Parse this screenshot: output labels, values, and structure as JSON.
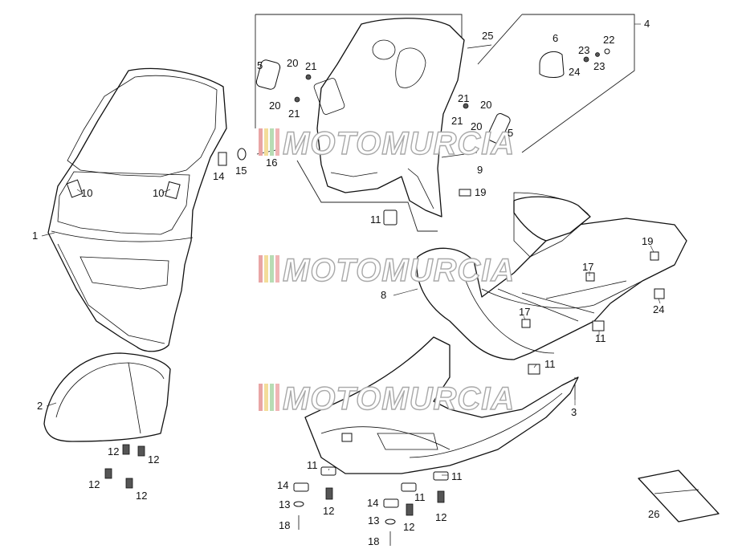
{
  "watermark": {
    "text": "MOTOMURCIA",
    "stripe_colors": [
      "#e8a5a5",
      "#f3dd9a",
      "#b7dcb4",
      "#f0b4b4"
    ]
  },
  "callouts": {
    "c1": "1",
    "c2": "2",
    "c3": "3",
    "c4": "4",
    "c5a": "5",
    "c5b": "5",
    "c6": "6",
    "c8": "8",
    "c9": "9",
    "c10a": "10",
    "c10b": "10",
    "c11a": "11",
    "c11b": "11",
    "c11c": "11",
    "c11d": "11",
    "c11e": "11",
    "c11f": "11",
    "c12a": "12",
    "c12b": "12",
    "c12c": "12",
    "c12d": "12",
    "c12e": "12",
    "c12f": "12",
    "c12g": "12",
    "c13a": "13",
    "c13b": "13",
    "c14a": "14",
    "c14b": "14",
    "c14c": "14",
    "c15": "15",
    "c16": "16",
    "c17a": "17",
    "c17b": "17",
    "c18a": "18",
    "c18b": "18",
    "c19a": "19",
    "c19b": "19",
    "c20a": "20",
    "c20b": "20",
    "c20c": "20",
    "c20d": "20",
    "c21a": "21",
    "c21b": "21",
    "c21c": "21",
    "c21d": "21",
    "c22": "22",
    "c23a": "23",
    "c23b": "23",
    "c24a": "24",
    "c24b": "24",
    "c25": "25",
    "c26": "26"
  }
}
